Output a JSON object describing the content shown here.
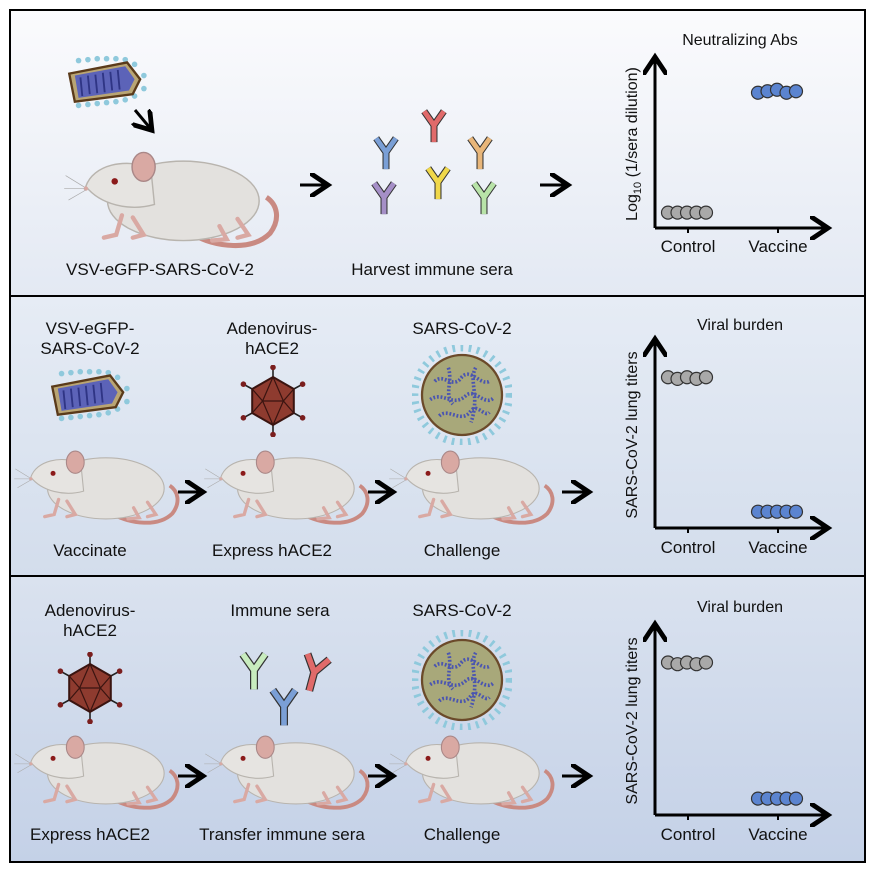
{
  "colors": {
    "control_dot": "#a9a9a9",
    "vaccine_dot": "#5b84d0",
    "panel_top": "#f7f8fb",
    "panel_bottom": "#c6d3e8"
  },
  "panel1": {
    "vaccine_label": "VSV-eGFP-SARS-CoV-2",
    "harvest_label": "Harvest immune sera"
  },
  "panel2": {
    "vaccine_line1": "VSV-eGFP-",
    "vaccine_line2": "SARS-CoV-2",
    "adeno_line1": "Adenovirus-",
    "adeno_line2": "hACE2",
    "virus_label": "SARS-CoV-2",
    "step1": "Vaccinate",
    "step2": "Express hACE2",
    "step3": "Challenge"
  },
  "panel3": {
    "adeno_line1": "Adenovirus-",
    "adeno_line2": "hACE2",
    "sera_label": "Immune sera",
    "virus_label": "SARS-CoV-2",
    "step1": "Express hACE2",
    "step2": "Transfer immune sera",
    "step3": "Challenge"
  },
  "chart_data": [
    {
      "type": "scatter",
      "title": "Neutralizing Abs",
      "ylabel_prefix": "Log",
      "ylabel_sub": "10",
      "ylabel_rest": " (1/sera dilution)",
      "categories": [
        "Control",
        "Vaccine"
      ],
      "series": [
        {
          "name": "Control",
          "values": [
            0.05,
            0.05,
            0.05,
            0.05,
            0.05
          ]
        },
        {
          "name": "Vaccine",
          "values": [
            0.86,
            0.87,
            0.88,
            0.86,
            0.87
          ]
        }
      ],
      "ylim": [
        0,
        1
      ]
    },
    {
      "type": "scatter",
      "title": "Viral burden",
      "ylabel": "SARS-CoV-2 lung titers",
      "categories": [
        "Control",
        "Vaccine"
      ],
      "series": [
        {
          "name": "Control",
          "values": [
            0.86,
            0.85,
            0.86,
            0.85,
            0.86
          ]
        },
        {
          "name": "Vaccine",
          "values": [
            0.05,
            0.05,
            0.05,
            0.05,
            0.05
          ]
        }
      ],
      "ylim": [
        0,
        1
      ]
    },
    {
      "type": "scatter",
      "title": "Viral burden",
      "ylabel": "SARS-CoV-2 lung titers",
      "categories": [
        "Control",
        "Vaccine"
      ],
      "series": [
        {
          "name": "Control",
          "values": [
            0.86,
            0.85,
            0.86,
            0.85,
            0.86
          ]
        },
        {
          "name": "Vaccine",
          "values": [
            0.05,
            0.05,
            0.05,
            0.05,
            0.05
          ]
        }
      ],
      "ylim": [
        0,
        1
      ]
    }
  ]
}
